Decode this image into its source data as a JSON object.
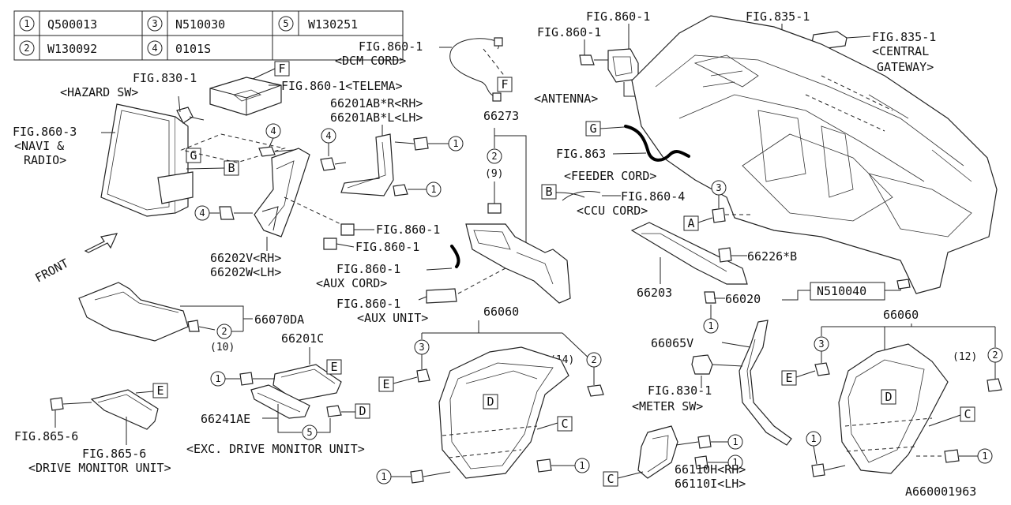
{
  "legend": {
    "items": [
      {
        "num": "1",
        "code": "Q500013"
      },
      {
        "num": "2",
        "code": "W130092"
      },
      {
        "num": "3",
        "code": "N510030"
      },
      {
        "num": "4",
        "code": "0101S"
      },
      {
        "num": "5",
        "code": "W130251"
      }
    ]
  },
  "labels": {
    "fig830_haz": "FIG.830-1",
    "hazard_sw": "<HAZARD SW>",
    "fig860_3": "FIG.860-3",
    "navi": "<NAVI &",
    "radio": "RADIO>",
    "fig860_telema": "FIG.860-1<TELEMA>",
    "fig860_dcm": "FIG.860-1",
    "dcm_cord": "<DCM CORD>",
    "p66201_r": "66201AB*R<RH>",
    "p66201_l": "66201AB*L<LH>",
    "p66273": "66273",
    "qty9": "(9)",
    "fig860_ant": "FIG.860-1",
    "fig860_ant2": "FIG.860-1",
    "antenna": "<ANTENNA>",
    "fig835_top": "FIG.835-1",
    "fig835_r": "FIG.835-1",
    "central": "<CENTRAL",
    "gateway": "GATEWAY>",
    "fig863": "FIG.863",
    "feeder": "<FEEDER CORD>",
    "fig860_4": "FIG.860-4",
    "ccu": "<CCU CORD>",
    "fig860_a": "FIG.860-1",
    "fig860_b": "FIG.860-1",
    "p66202v": "66202V<RH>",
    "p66202w": "66202W<LH>",
    "fig860_aux": "FIG.860-1",
    "aux_cord": "<AUX CORD>",
    "fig860_auxu": "FIG.860-1",
    "aux_unit": "<AUX UNIT>",
    "front": "FRONT",
    "p66226": "66226*B",
    "p66203": "66203",
    "p66020": "66020",
    "n510040": "N510040",
    "p66070": "66070DA",
    "qty10": "(10)",
    "p66060_c": "66060",
    "qty14": "(14)",
    "p66060_r": "66060",
    "qty12": "(12)",
    "p66201c": "66201C",
    "p66241": "66241AE",
    "exc_drive": "<EXC. DRIVE MONITOR UNIT>",
    "fig865_l": "FIG.865-6",
    "fig865_b": "FIG.865-6",
    "drive_mon": "<DRIVE MONITOR UNIT>",
    "p66065v": "66065V",
    "fig830_met": "FIG.830-1",
    "meter_sw": "<METER SW>",
    "p66110h": "66110H<RH>",
    "p66110i": "66110I<LH>",
    "diagram_id": "A660001963"
  },
  "refs": {
    "A": "A",
    "B": "B",
    "C": "C",
    "D": "D",
    "E": "E",
    "F": "F",
    "G": "G"
  },
  "callouts": {
    "c1": "1",
    "c2": "2",
    "c3": "3",
    "c4": "4",
    "c5": "5"
  }
}
